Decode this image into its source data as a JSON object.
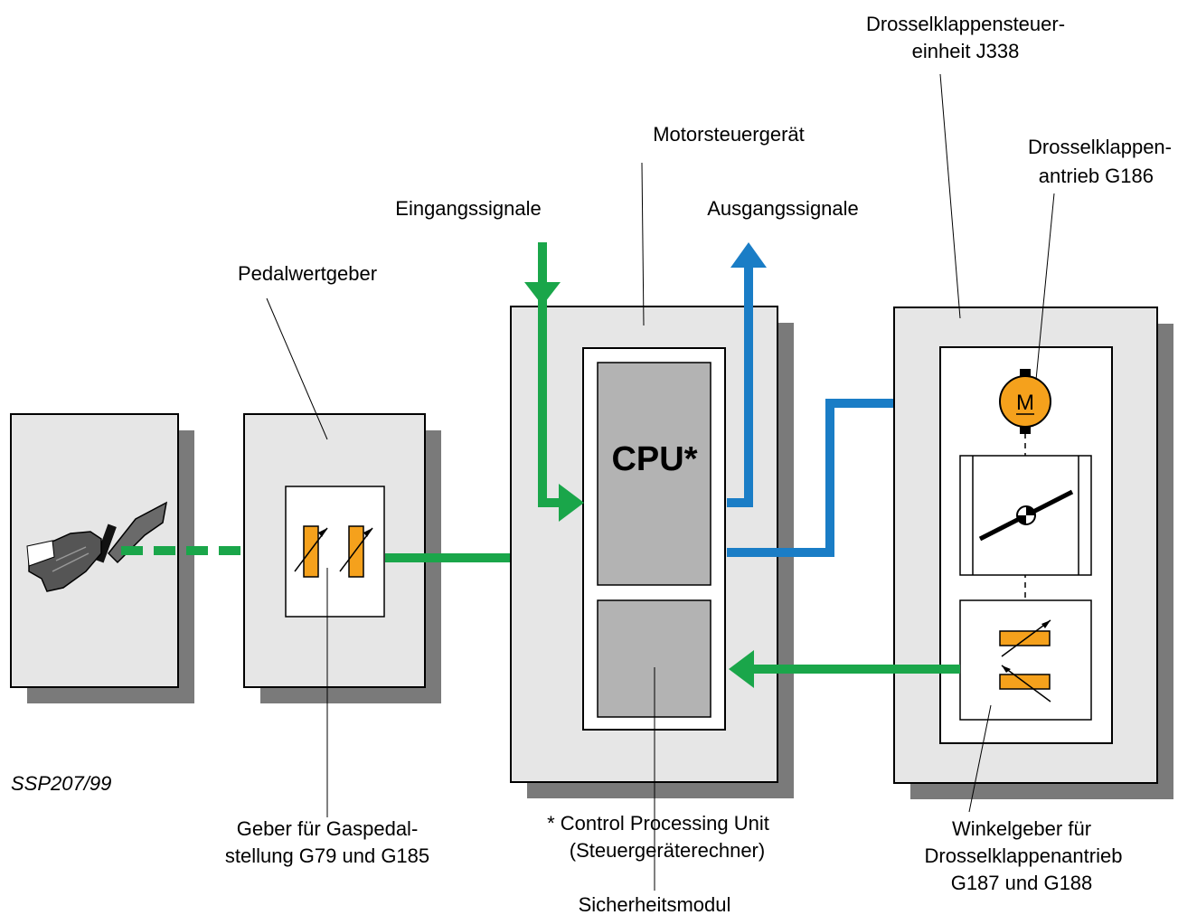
{
  "labels": {
    "drosselklappensteuereinheit_line1": "Drosselklappensteuer-",
    "drosselklappensteuereinheit_line2": "einheit J338",
    "motorsteuergeraet": "Motorsteuergerät",
    "drosselklappenantrieb_line1": "Drosselklappen-",
    "drosselklappenantrieb_line2": "antrieb G186",
    "eingangssignale": "Eingangssignale",
    "ausgangssignale": "Ausgangssignale",
    "pedalwertgeber": "Pedalwertgeber",
    "cpu": "CPU*",
    "motor_symbol": "M",
    "ssp": "SSP207/99",
    "geber_line1": "Geber für Gaspedal-",
    "geber_line2": "stellung G79 und G185",
    "cpu_note_line1": "* Control Processing Unit",
    "cpu_note_line2": "(Steuergeräterechner)",
    "sicherheitsmodul": "Sicherheitsmodul",
    "winkelgeber_line1": "Winkelgeber für",
    "winkelgeber_line2": "Drosselklappenantrieb",
    "winkelgeber_line3": "G187 und G188"
  },
  "colors": {
    "signal_green": "#1aa64a",
    "signal_blue": "#1a7dc6",
    "sensor_orange": "#f5a11c",
    "motor_orange": "#f5a11c",
    "box_fill": "#e6e6e6",
    "shadow": "#7a7a7a",
    "module_fill": "#b3b3b3"
  }
}
